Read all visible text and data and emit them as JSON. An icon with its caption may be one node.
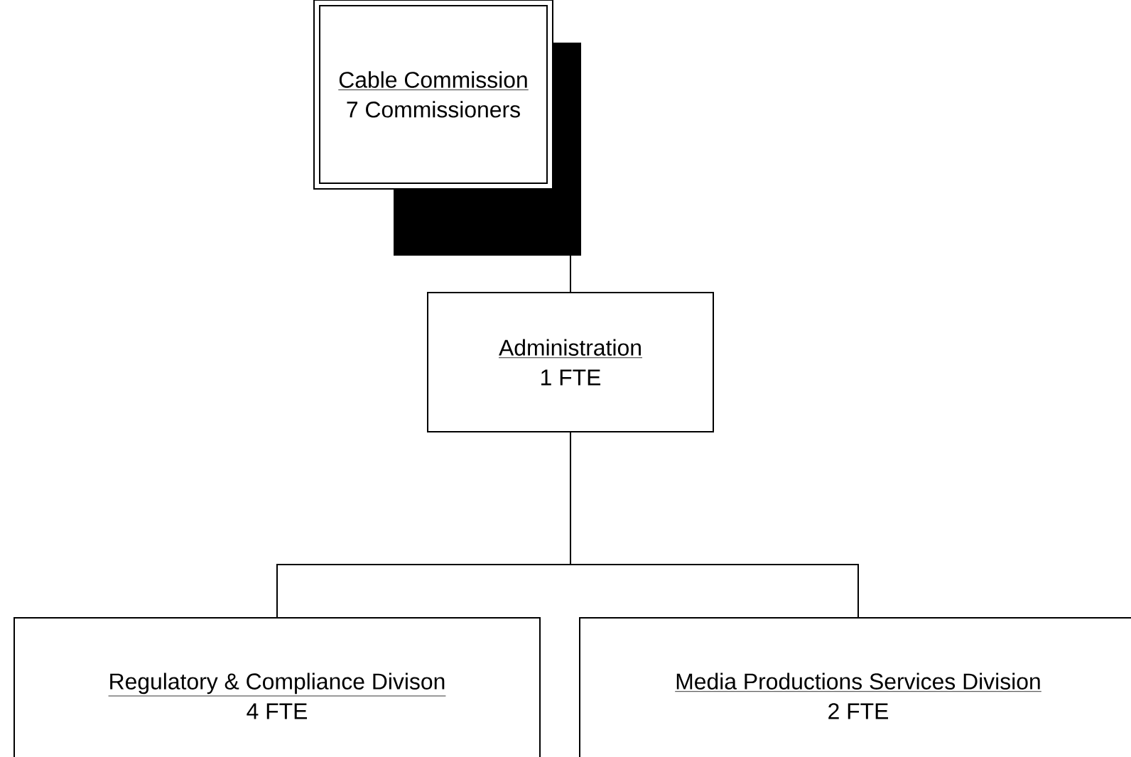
{
  "diagram": {
    "nodes": [
      {
        "text": [
          "Cable Commission",
          "7 Commissioners"
        ]
      },
      {
        "text": [
          "Administration",
          "1 FTE"
        ]
      },
      {
        "text": [
          "Regulatory & Compliance Divison",
          "4 FTE"
        ]
      },
      {
        "text": [
          "Media Productions Services Division",
          "2 FTE"
        ]
      }
    ],
    "edges": [
      {
        "from": 0,
        "to": 1,
        "arrow": "none"
      },
      {
        "from": 1,
        "to": 2,
        "arrow": "none"
      },
      {
        "from": 1,
        "to": 3,
        "arrow": "none"
      }
    ]
  }
}
